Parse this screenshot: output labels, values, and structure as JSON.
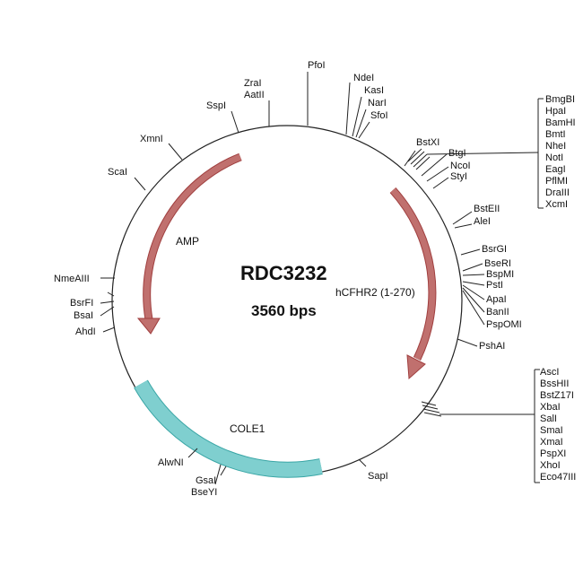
{
  "plasmid": {
    "name": "RDC3232",
    "size_label": "3560 bps"
  },
  "features": {
    "amp": {
      "label": "AMP",
      "color": "#c0706e",
      "stroke": "#a03f3f"
    },
    "hcfhr2": {
      "label": "hCFHR2 (1-270)",
      "color": "#c0706e",
      "stroke": "#a03f3f"
    },
    "cole1": {
      "label": "COLE1",
      "color": "#7fcfcf",
      "stroke": "#3aa6a6"
    }
  },
  "sites": {
    "pfoi": "PfoI",
    "zrai": "ZraI",
    "aatii": "AatII",
    "sspi": "SspI",
    "xmni": "XmnI",
    "scai": "ScaI",
    "ndei": "NdeI",
    "kasi": "KasI",
    "nari": "NarI",
    "sfoi": "SfoI",
    "bstxi": "BstXI",
    "btgi": "BtgI",
    "ncoi": "NcoI",
    "styi": "StyI",
    "bsteii": "BstEII",
    "alei": "AleI",
    "bsrgi": "BsrGI",
    "bseri": "BseRI",
    "bspmi": "BspMI",
    "psti": "PstI",
    "apai": "ApaI",
    "banii": "BanII",
    "pspomi": "PspOMI",
    "pshai": "PshAI",
    "sapi": "SapI",
    "gsai": "GsaI",
    "bseyi": "BseYI",
    "alwni": "AlwNI",
    "ahdi": "AhdI",
    "bsai": "BsaI",
    "bsrfi": "BsrFI",
    "nmeaiii": "NmeAIII",
    "cluster_top": [
      "BmgBI",
      "HpaI",
      "BamHI",
      "BmtI",
      "NheI",
      "NotI",
      "EagI",
      "PflMI",
      "DraIII",
      "XcmI"
    ],
    "cluster_bottom": [
      "AscI",
      "BssHII",
      "BstZ17I",
      "XbaI",
      "SalI",
      "SmaI",
      "XmaI",
      "PspXI",
      "XhoI",
      "Eco47III"
    ]
  }
}
